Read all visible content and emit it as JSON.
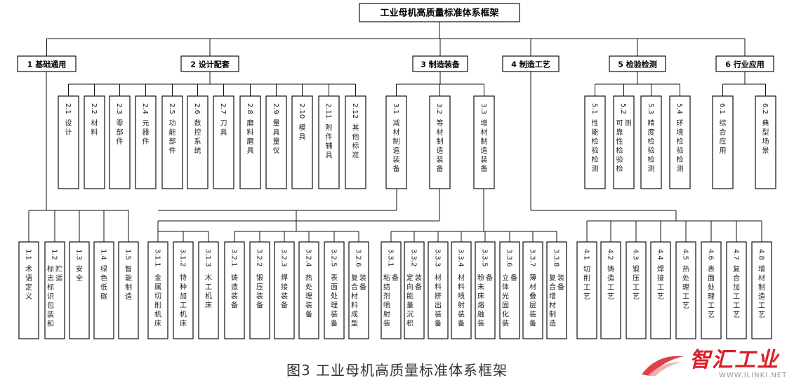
{
  "title": "工业母机高质量标准体系框架",
  "caption": "图3 工业母机高质量标准体系框架",
  "watermark": {
    "main": "智汇工业",
    "sub": "WWW.ILINKI.NET"
  },
  "colors": {
    "line": "#111111",
    "caption": "#333333",
    "brand": "#d8202a"
  },
  "categories": [
    {
      "label": "1 基础通用",
      "children": [
        "1.1 术语定义",
        "1.2 标志标识包装和贮运",
        "1.3 安全",
        "1.4 绿色低碳",
        "1.5 智能制造"
      ]
    },
    {
      "label": "2 设计配套",
      "children": [
        "2.1 设计",
        "2.2 材料",
        "2.3 零部件",
        "2.4 元器件",
        "2.5 功能部件",
        "2.6 数控系统",
        "2.7 刀具",
        "2.8 磨料磨具",
        "2.9 量具量仪",
        "2.10 模具",
        "2.11 附件辅具",
        "2.12 其他标准"
      ]
    },
    {
      "label": "3 制造装备",
      "children": [
        "3.1 减材制造装备",
        "3.2 等材制造装备",
        "3.3 增材制造装备"
      ]
    },
    {
      "label": "4 制造工艺",
      "children": [
        "4.1 切削工艺",
        "4.2 铸造工艺",
        "4.3 锻压工艺",
        "4.4 焊接工艺",
        "4.5 热处理工艺",
        "4.6 表面处理工艺",
        "4.7 复合加工工艺",
        "4.8 增材制造工艺"
      ]
    },
    {
      "label": "5 检验检测",
      "children": [
        "5.1 性能检验检测",
        "5.2 可靠性检验检测",
        "5.3 精度检验检测",
        "5.4 环境检验检测"
      ]
    },
    {
      "label": "6 行业应用",
      "children": [
        "6.1 综合应用",
        "6.2 典型场景"
      ]
    }
  ],
  "subgroups": [
    {
      "parent": "3.1",
      "children": [
        "3.1.1 金属切削机床",
        "3.1.2 特种加工机床",
        "3.1.3 木工机床"
      ]
    },
    {
      "parent": "3.2",
      "children": [
        "3.2.1 铸造装备",
        "3.2.2 锻压装备",
        "3.2.3 焊接装备",
        "3.2.4 热处理装备",
        "3.2.5 表面处理装备",
        "3.2.6 复合材料成型装备"
      ]
    },
    {
      "parent": "3.3",
      "children": [
        "3.3.1 粘结剂喷射装备",
        "3.3.2 定向能量沉积装备",
        "3.3.3 材料挤出装备",
        "3.3.4 材料喷射装备",
        "3.3.5 粉末床熔融装备",
        "3.3.6 立体光固化装备",
        "3.3.7 薄材叠层装备",
        "3.3.8 复合增材制造装备"
      ]
    }
  ]
}
